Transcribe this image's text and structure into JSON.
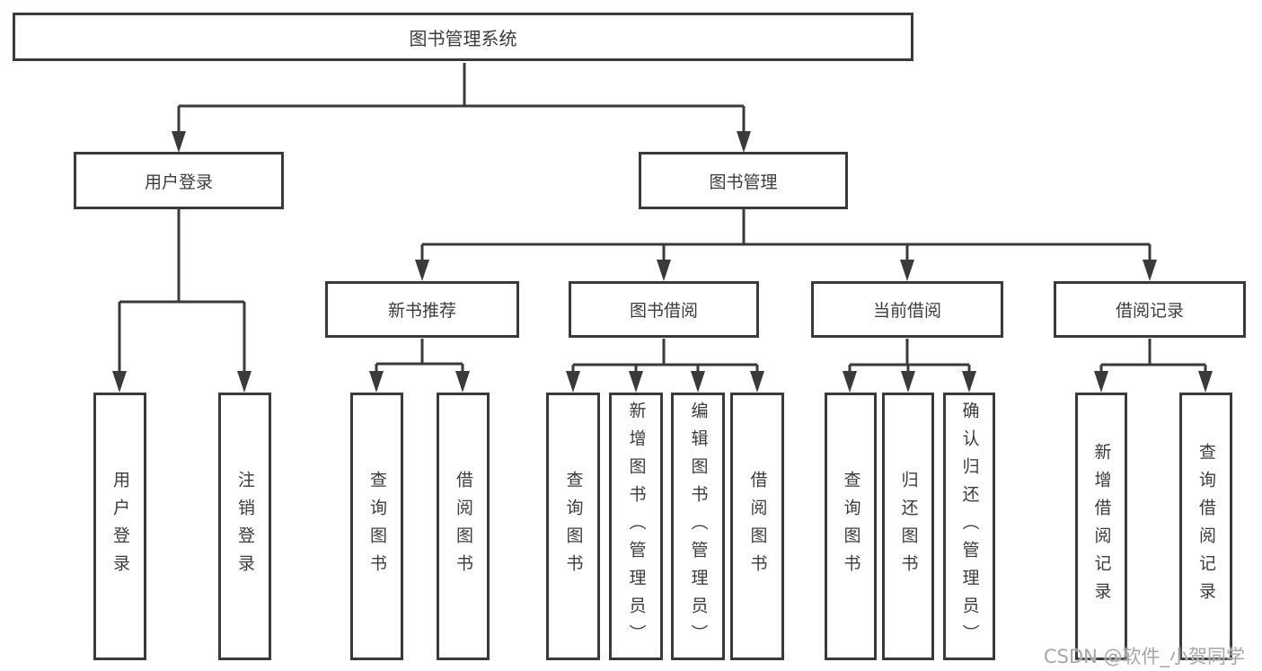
{
  "diagram": {
    "root": {
      "label": "图书管理系统",
      "children": [
        {
          "label": "用户登录",
          "children": [
            {
              "label": "用户登录"
            },
            {
              "label": "注销登录"
            }
          ]
        },
        {
          "label": "图书管理",
          "children": [
            {
              "label": "新书推荐",
              "children": [
                {
                  "label": "查询图书"
                },
                {
                  "label": "借阅图书"
                }
              ]
            },
            {
              "label": "图书借阅",
              "children": [
                {
                  "label": "查询图书"
                },
                {
                  "label": "新增图书（管理员）"
                },
                {
                  "label": "编辑图书（管理员）"
                },
                {
                  "label": "借阅图书"
                }
              ]
            },
            {
              "label": "当前借阅",
              "children": [
                {
                  "label": "查询图书"
                },
                {
                  "label": "归还图书"
                },
                {
                  "label": "确认归还（管理员）"
                }
              ]
            },
            {
              "label": "借阅记录",
              "children": [
                {
                  "label": "新增借阅记录"
                },
                {
                  "label": "查询借阅记录"
                }
              ]
            }
          ]
        }
      ]
    }
  },
  "watermark": "CSDN @软件_小贺同学",
  "colors": {
    "line": "#3a3a3a",
    "text": "#3c3c3c",
    "watermark": "#a6a6a6"
  }
}
